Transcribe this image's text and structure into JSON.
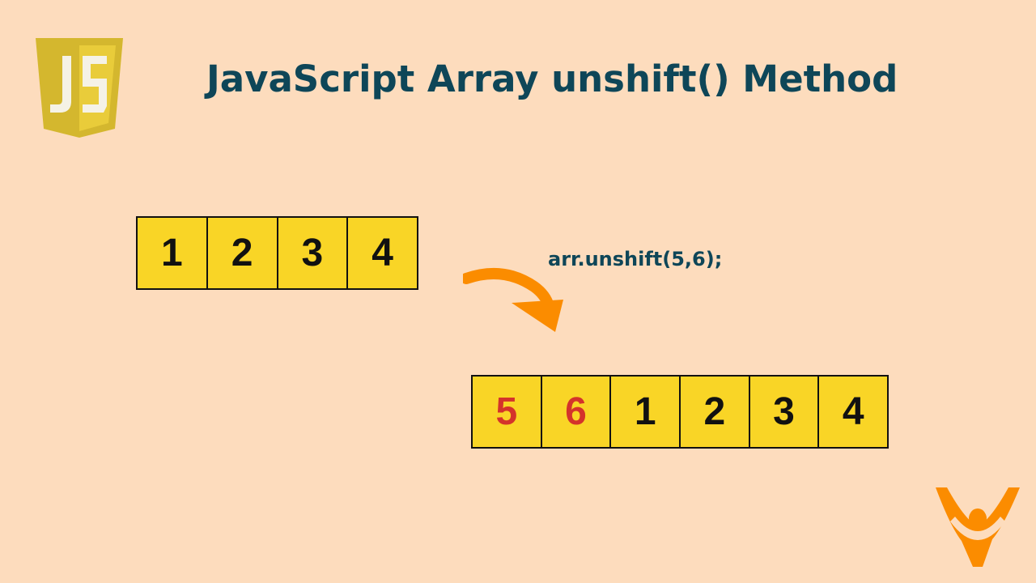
{
  "title": "JavaScript Array unshift() Method",
  "logo": {
    "icon": "javascript-shield-logo",
    "text": "JS",
    "colors": {
      "shield": "#d4b72e",
      "shield_light": "#e9cc3a",
      "letters": "#f5f2e6"
    }
  },
  "array_before": {
    "values": [
      "1",
      "2",
      "3",
      "4"
    ]
  },
  "method_call": "arr.unshift(5,6);",
  "array_after": {
    "values": [
      "5",
      "6",
      "1",
      "2",
      "3",
      "4"
    ],
    "added_count": 2
  },
  "arrow": {
    "icon": "curved-arrow-icon",
    "color": "#fb8c00"
  },
  "brand": {
    "icon": "brand-person-logo",
    "color": "#fb8c00"
  },
  "colors": {
    "background": "#fddcbd",
    "title": "#0e4658",
    "cell_fill": "#f9d526",
    "cell_border": "#111111",
    "added_text": "#d4332b"
  }
}
